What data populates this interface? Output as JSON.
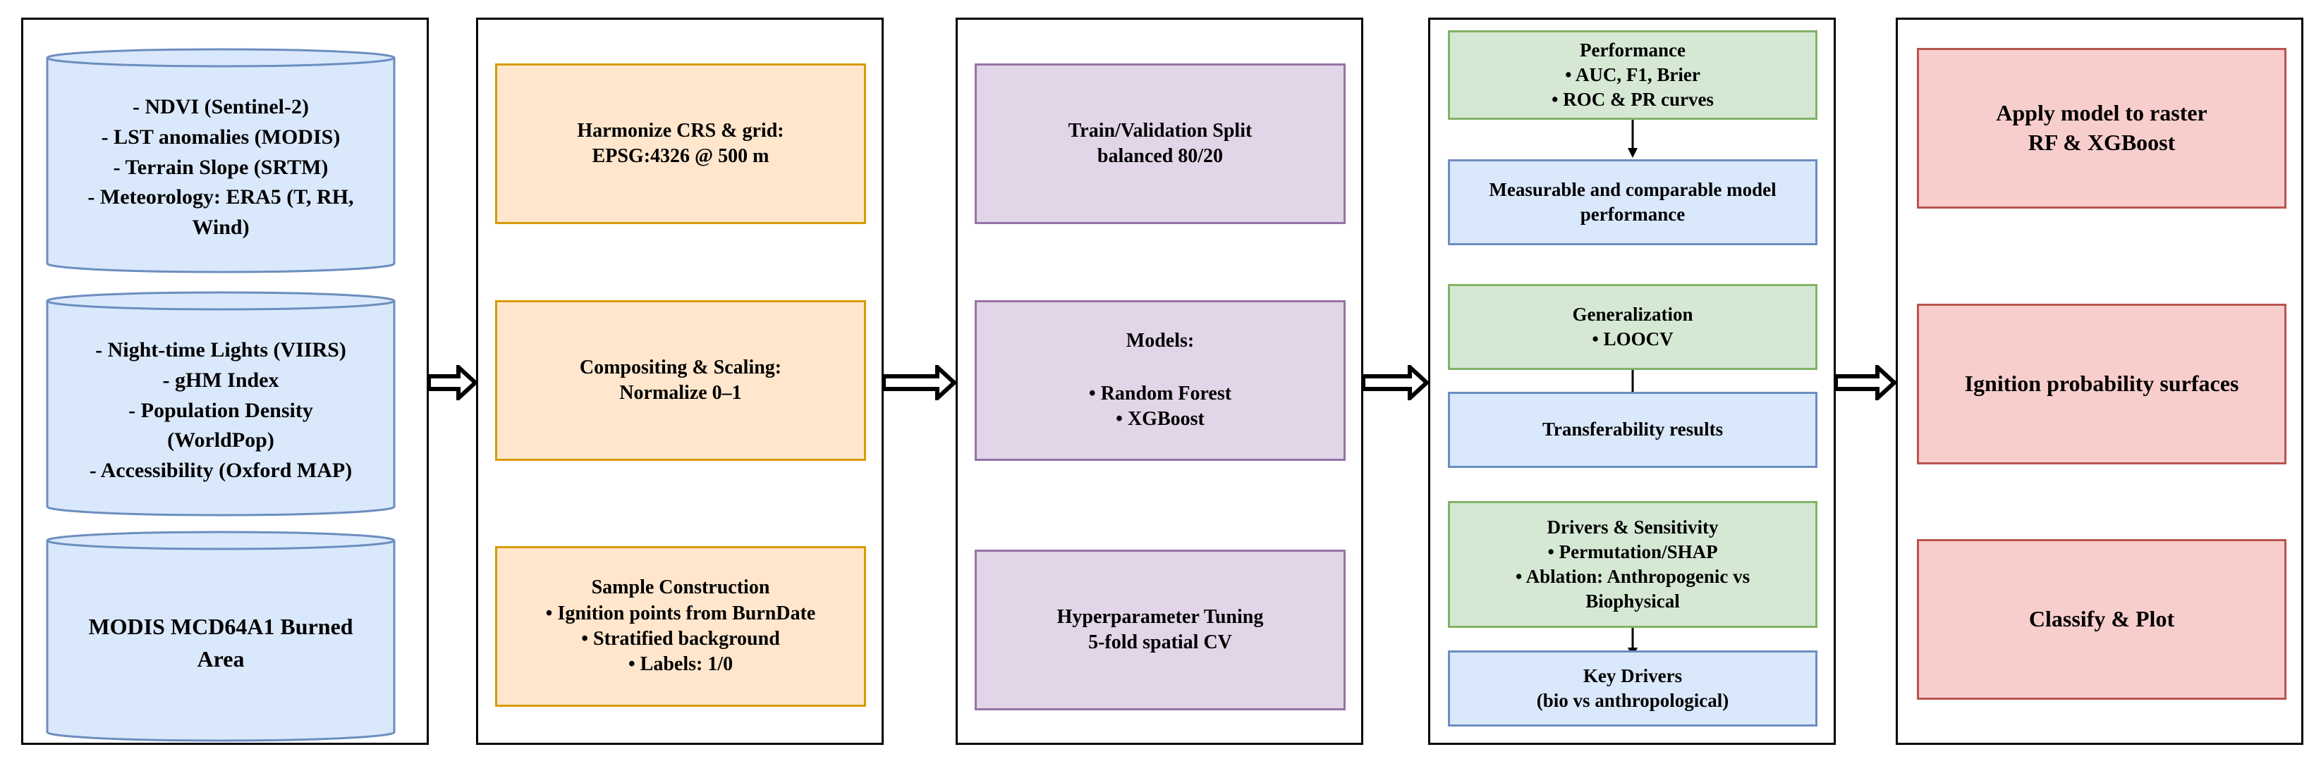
{
  "data_sources": [
    {
      "lines": [
        "- NDVI (Sentinel-2)",
        "- LST anomalies (MODIS)",
        "- Terrain Slope (SRTM)",
        "- Meteorology: ERA5 (T, RH,",
        "Wind)"
      ]
    },
    {
      "lines": [
        "- Night-time Lights (VIIRS)",
        "- gHM Index",
        "- Population Density",
        "(WorldPop)",
        "- Accessibility (Oxford MAP)"
      ]
    },
    {
      "lines": [
        "MODIS MCD64A1 Burned",
        "Area"
      ]
    }
  ],
  "preprocessing": [
    {
      "lines": [
        "Harmonize CRS & grid:",
        "EPSG:4326 @ 500 m"
      ]
    },
    {
      "lines": [
        "Compositing & Scaling:",
        "Normalize 0–1"
      ]
    },
    {
      "lines": [
        "Sample Construction",
        "• Ignition points from BurnDate",
        "• Stratified background",
        "• Labels: 1/0"
      ]
    }
  ],
  "modeling": [
    {
      "lines": [
        "Train/Validation Split",
        "balanced 80/20"
      ]
    },
    {
      "lines": [
        "Models:",
        "",
        "• Random Forest",
        "• XGBoost"
      ]
    },
    {
      "lines": [
        "Hyperparameter Tuning",
        "5-fold spatial CV"
      ]
    }
  ],
  "evaluation": [
    {
      "lines": [
        "Performance",
        "• AUC, F1, Brier",
        "• ROC & PR curves"
      ]
    },
    {
      "lines": [
        "Measurable and comparable model",
        "performance"
      ]
    },
    {
      "lines": [
        "Generalization",
        "• LOOCV"
      ]
    },
    {
      "lines": [
        "Transferability results"
      ]
    },
    {
      "lines": [
        "Drivers & Sensitivity",
        "• Permutation/SHAP",
        "• Ablation: Anthropogenic vs",
        "Biophysical"
      ]
    },
    {
      "lines": [
        "Key Drivers",
        "(bio vs anthropological)"
      ]
    }
  ],
  "outputs": [
    {
      "lines": [
        "Apply model to raster",
        "RF & XGBoost"
      ]
    },
    {
      "lines": [
        "Ignition probability surfaces"
      ]
    },
    {
      "lines": [
        "Classify & Plot"
      ]
    }
  ],
  "colors": {
    "input_fill": "#dae8fc",
    "input_stroke": "#6c8ebf",
    "preprocess_fill": "#ffe6cc",
    "preprocess_stroke": "#d79b00",
    "model_fill": "#e1d5e7",
    "model_stroke": "#9673a6",
    "metric_fill": "#d5e8d4",
    "metric_stroke": "#82b366",
    "output_fill": "#f8cecc",
    "output_stroke": "#b85450"
  }
}
